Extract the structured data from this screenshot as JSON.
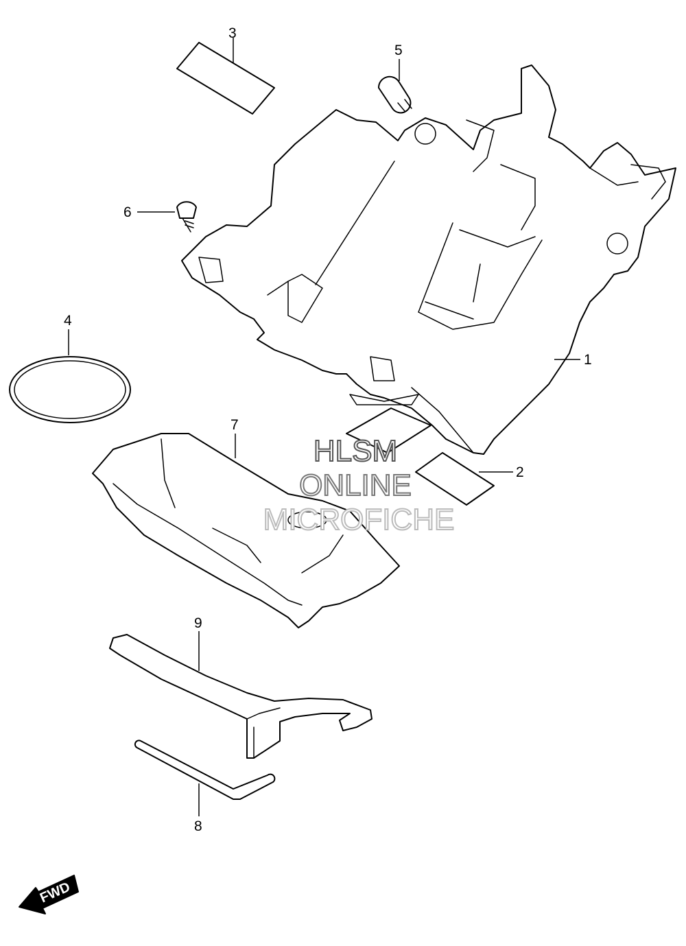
{
  "parts": [
    {
      "id": "part-1",
      "number": "1"
    },
    {
      "id": "part-2",
      "number": "2"
    },
    {
      "id": "part-3",
      "number": "3"
    },
    {
      "id": "part-4",
      "number": "4"
    },
    {
      "id": "part-5",
      "number": "5"
    },
    {
      "id": "part-6",
      "number": "6"
    },
    {
      "id": "part-7",
      "number": "7"
    },
    {
      "id": "part-8",
      "number": "8"
    },
    {
      "id": "part-9",
      "number": "9"
    }
  ],
  "watermark": {
    "line1": "HLSM",
    "line2": "ONLINE",
    "line3": "MICROFICHE",
    "colors": {
      "line1": "#555555",
      "line2": "#777777",
      "line3": "#bbbbbb"
    }
  },
  "fwd_badge": {
    "label": "FWD",
    "icon": "fwd-arrow-icon"
  }
}
